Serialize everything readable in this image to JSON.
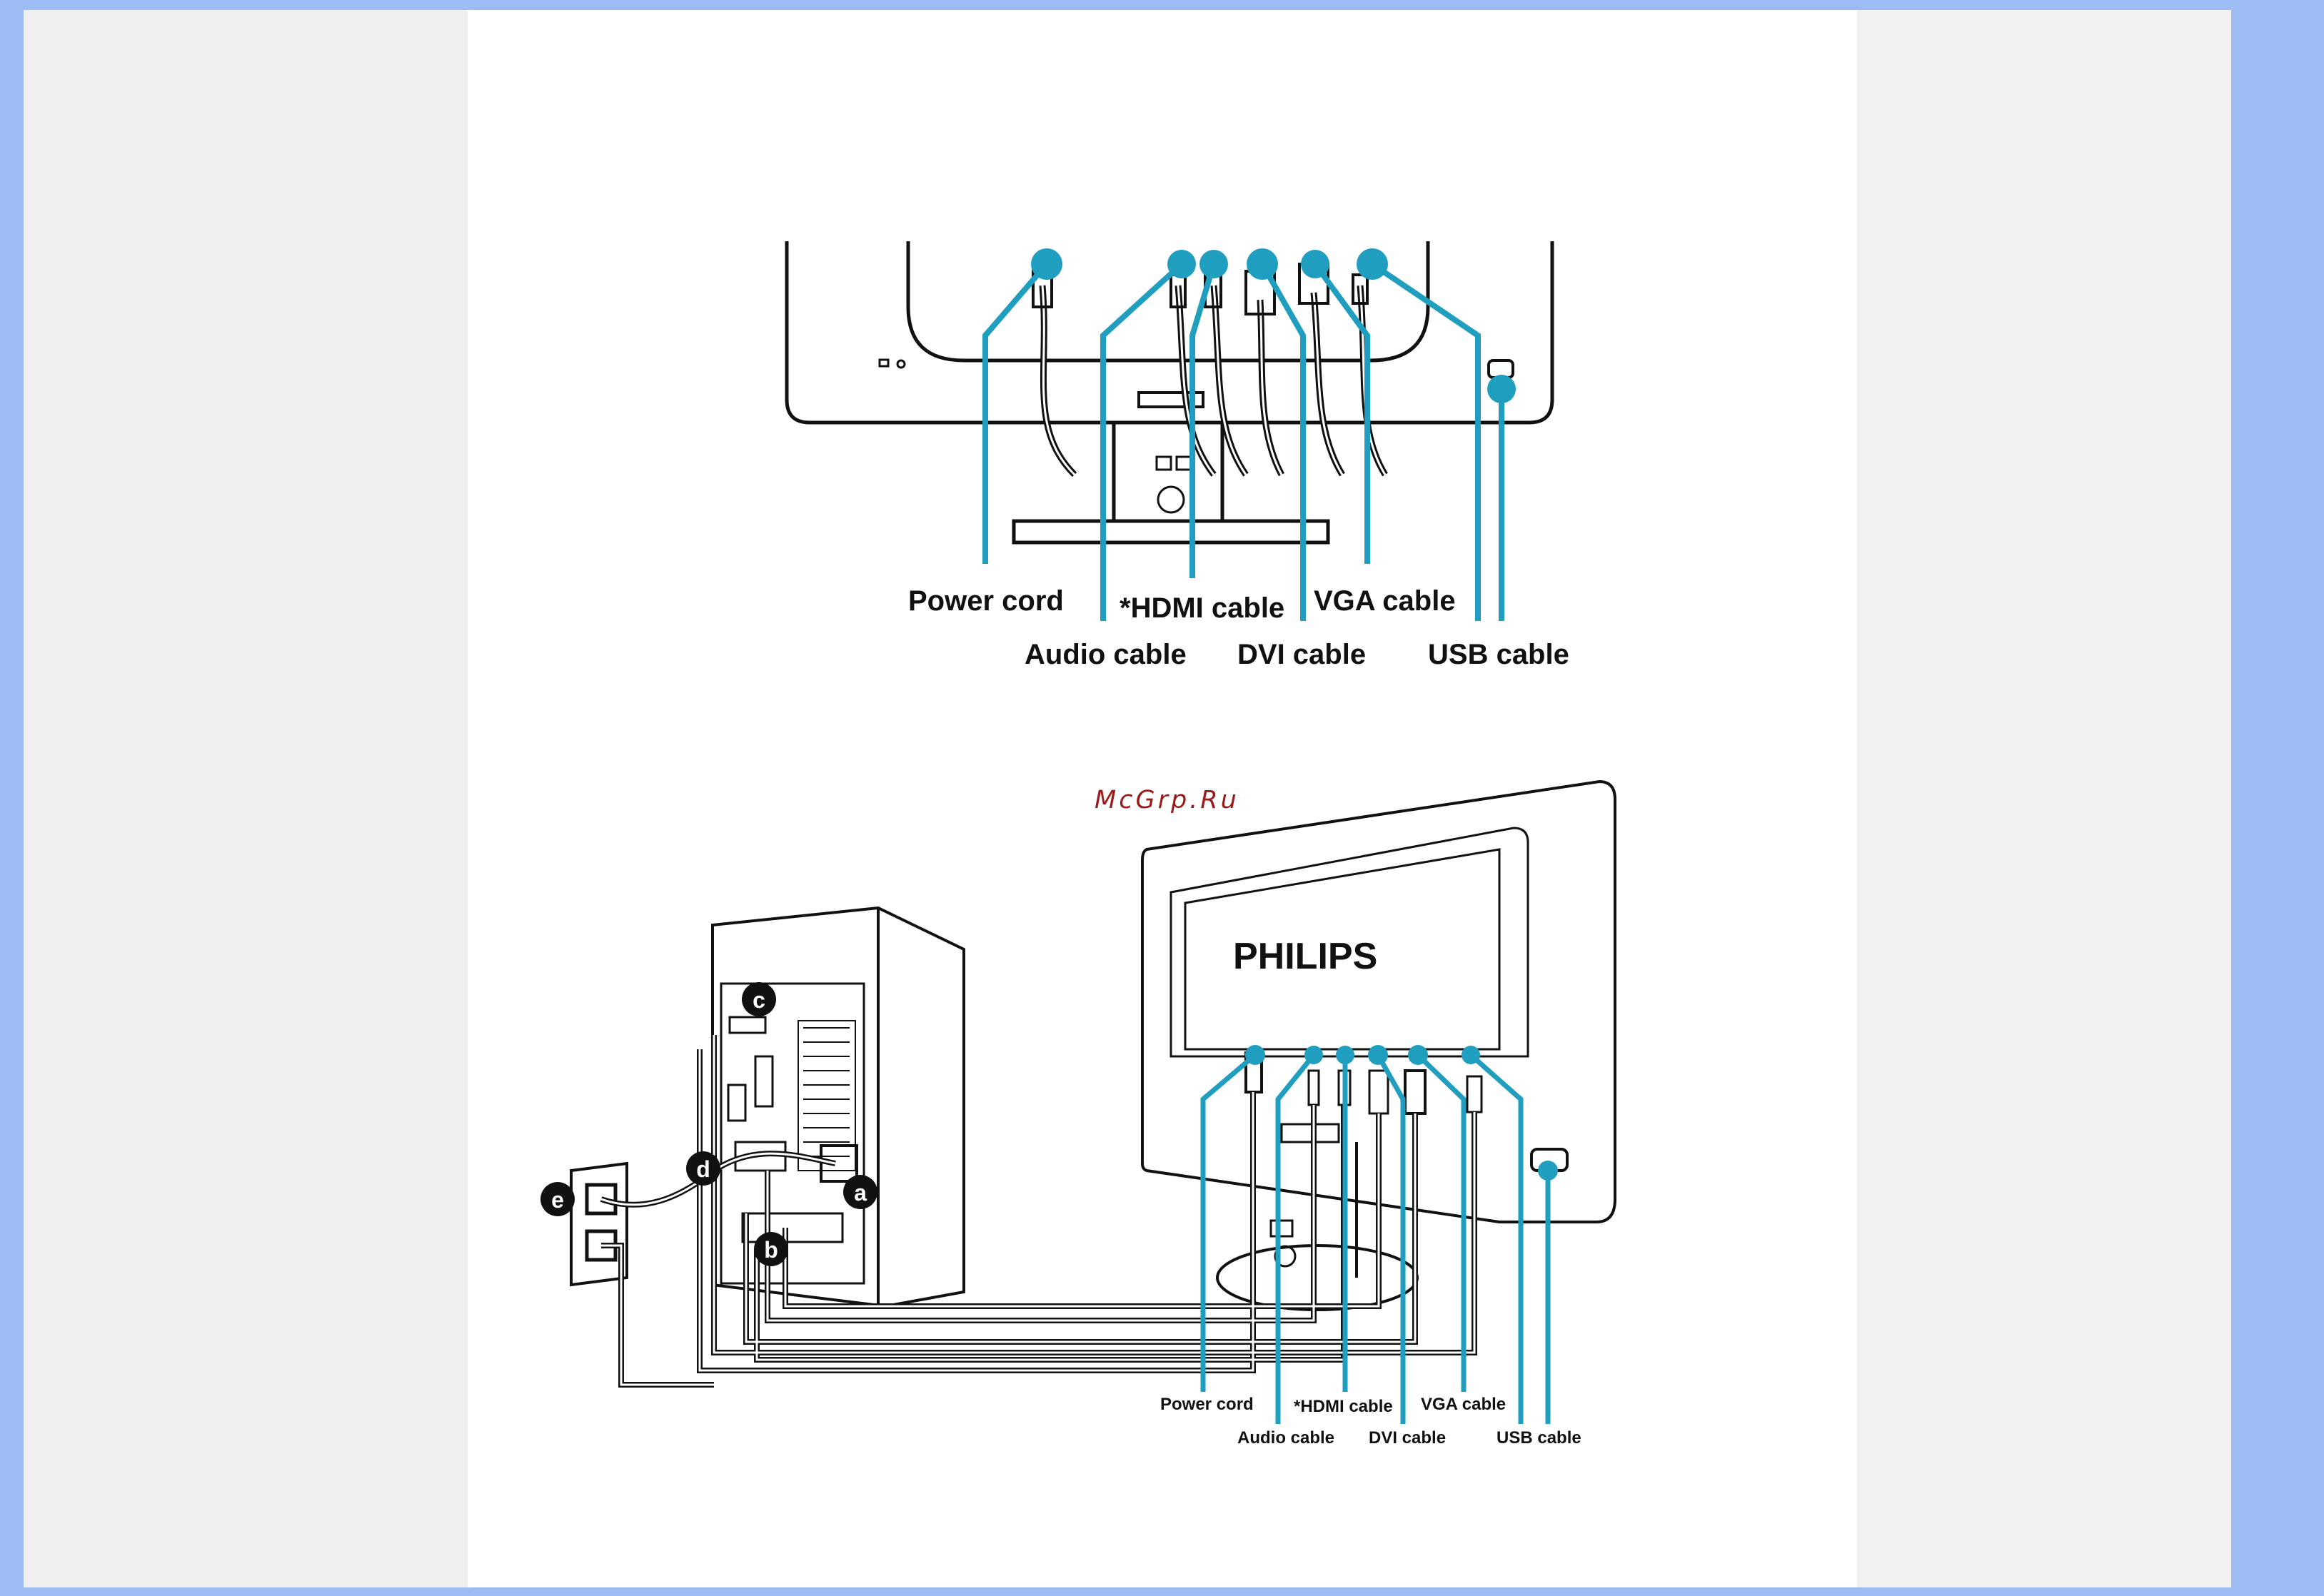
{
  "watermark": "McGrp.Ru",
  "brand": "PHILIPS",
  "diagram_top": {
    "labels": {
      "power": "Power cord",
      "audio": "Audio cable",
      "hdmi": "*HDMI cable",
      "dvi": "DVI cable",
      "vga": "VGA cable",
      "usb": "USB cable"
    }
  },
  "diagram_bottom": {
    "labels": {
      "power": "Power cord",
      "audio": "Audio cable",
      "hdmi": "*HDMI cable",
      "dvi": "DVI cable",
      "vga": "VGA cable",
      "usb": "USB cable"
    },
    "badges": {
      "a": "a",
      "b": "b",
      "c": "c",
      "d": "d",
      "e": "e"
    }
  },
  "colors": {
    "callout": "#1f9ec0",
    "line": "#111111"
  }
}
